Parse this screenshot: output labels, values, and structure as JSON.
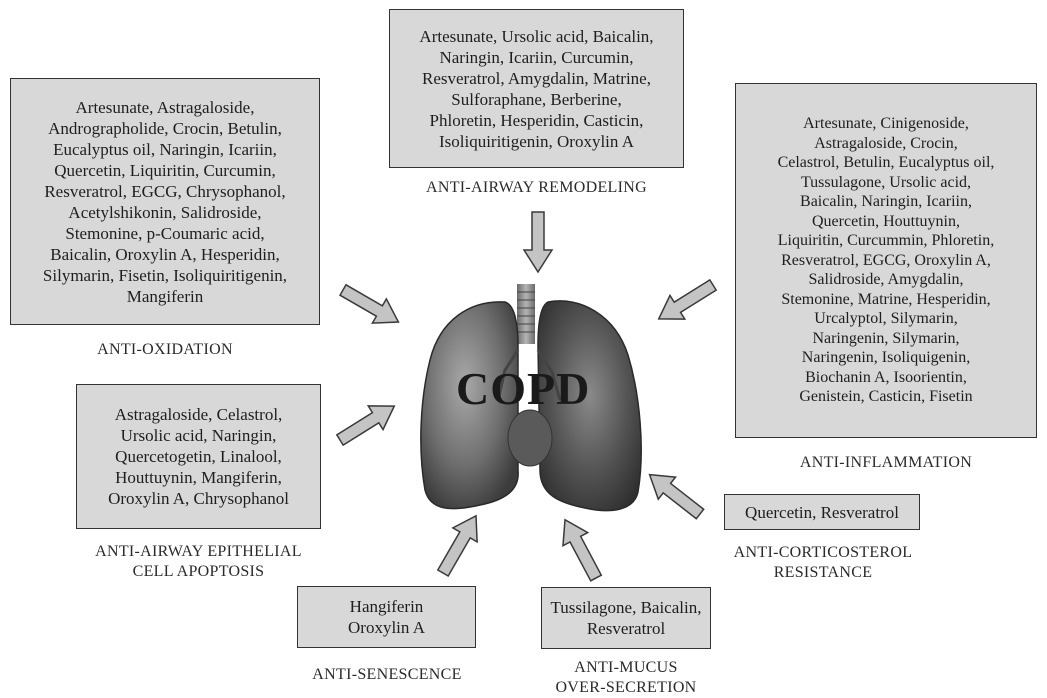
{
  "center": {
    "label": "COPD"
  },
  "categories": [
    {
      "id": "oxidation",
      "title": "ANTI-OXIDATION",
      "compounds": "Artesunate, Astragaloside,\nAndrographolide, Crocin, Betulin,\nEucalyptus oil, Naringin, Icariin,\nQuercetin, Liquiritin, Curcumin,\nResveratrol, EGCG, Chrysophanol,\nAcetylshikonin, Salidroside,\nStemonine, p-Coumaric acid,\nBaicalin, Oroxylin A, Hesperidin,\nSilymarin, Fisetin, Isoliquiritigenin,\nMangiferin"
    },
    {
      "id": "remodeling",
      "title": "ANTI-AIRWAY REMODELING",
      "compounds": "Artesunate, Ursolic acid, Baicalin,\nNaringin, Icariin, Curcumin,\nResveratrol, Amygdalin, Matrine,\nSulforaphane, Berberine,\nPhloretin, Hesperidin, Casticin,\nIsoliquiritigenin, Oroxylin A"
    },
    {
      "id": "inflammation",
      "title": "ANTI-INFLAMMATION",
      "compounds": "Artesunate, Cinigenoside,\nAstragaloside, Crocin,\nCelastrol, Betulin, Eucalyptus oil,\nTussulagone, Ursolic acid,\nBaicalin, Naringin, Icariin,\nQuercetin, Houttuynin,\nLiquiritin, Curcummin, Phloretin,\nResveratrol, EGCG, Oroxylin A,\nSalidroside, Amygdalin,\nStemonine, Matrine, Hesperidin,\nUrcalyptol, Silymarin,\nNaringenin, Silymarin,\nNaringenin, Isoliquigenin,\nBiochanin A, Isoorientin,\nGenistein, Casticin, Fisetin"
    },
    {
      "id": "apoptosis",
      "title": "ANTI-AIRWAY EPITHELIAL\nCELL APOPTOSIS",
      "compounds": "Astragaloside, Celastrol,\nUrsolic acid, Naringin,\nQuercetogetin, Linalool,\nHouttuynin, Mangiferin,\nOroxylin A, Chrysophanol"
    },
    {
      "id": "corticosterol",
      "title": "ANTI-CORTICOSTEROL\nRESISTANCE",
      "compounds": "Quercetin, Resveratrol"
    },
    {
      "id": "senescence",
      "title": "ANTI-SENESCENCE",
      "compounds": "Hangiferin\nOroxylin A"
    },
    {
      "id": "mucus",
      "title": "ANTI-MUCUS\nOVER-SECRETION",
      "compounds": "Tussilagone, Baicalin,\nResveratrol"
    }
  ]
}
